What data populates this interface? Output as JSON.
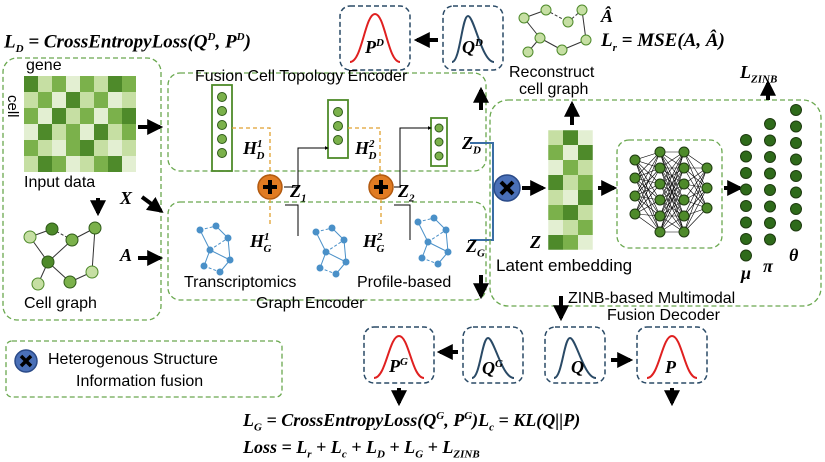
{
  "texts": {
    "ld_formula": "L_D = CrossEntropyLoss(Q^D, P^D)",
    "ld_prefix": "L",
    "ld_prefix_sub": "D",
    "ld_mid": " = CrossEntropyLoss(Q",
    "ld_q_sup": "D",
    "ld_comma": ", P",
    "ld_p_sup": "D",
    "ld_close": ")",
    "gene": "gene",
    "cell": "cell",
    "input_data": "Input data",
    "cell_graph": "Cell graph",
    "x": "X",
    "a": "A",
    "fusion_encoder": "Fusion Cell Topology Encoder",
    "hd": "H",
    "hd1_sup": "1",
    "hd_sub": "D",
    "hd2_sup": "2",
    "z1": "Z",
    "z1_sub": "1",
    "z2": "Z",
    "z2_sub": "2",
    "zd": "Z",
    "zd_sub": "D",
    "zg": "Z",
    "zg_sub": "G",
    "hg": "H",
    "hg1_sup": "1",
    "hg_sub": "G",
    "hg2_sup": "2",
    "transcriptomics": "Transcriptomics",
    "profile_based": "Profile-based",
    "graph_encoder": "Graph Encoder",
    "pd": "P",
    "pd_sup": "D",
    "qd": "Q",
    "qd_sup": "D",
    "a_hat": "Â",
    "lr": "L",
    "lr_sub": "r",
    "lr_rest": " = MSE(A, Â)",
    "reconstruct_1": "Reconstruct",
    "reconstruct_2": "cell graph",
    "lzinb": "L",
    "lzinb_sub": "ZINB",
    "z_big": "Z",
    "latent_embedding": "Latent embedding",
    "mu": "μ",
    "pi": "π",
    "theta": "θ",
    "zinb_decoder_1": "ZINB-based Multimodal",
    "zinb_decoder_2": "Fusion Decoder",
    "hetero_1": "Heterogenous Structure",
    "hetero_2": "Information fusion",
    "pg": "P",
    "pg_sup": "G",
    "qg": "Q",
    "qg_sup": "G",
    "q": "Q",
    "p": "P",
    "lg": "L",
    "lg_sub": "G",
    "lg_rest": " = CrossEntropyLoss(Q",
    "lg_q_sup": "G",
    "lg_comma": ", P",
    "lg_p_sup": "G",
    "lg_close": ")",
    "lc": "L",
    "lc_sub": "c",
    "lc_rest": " = KL(Q||P)",
    "loss_line": "Loss = L",
    "loss_r": "r",
    "loss_plus1": " + L",
    "loss_c": "c",
    "loss_plus2": " + L",
    "loss_d": "D",
    "loss_plus3": " + L",
    "loss_g": "G",
    "loss_plus4": " + L",
    "loss_zinb": "ZINB"
  },
  "colors": {
    "green_dark": "#4e8a2a",
    "green_mid": "#7bb14b",
    "green_light": "#c6dfa3",
    "green_pale": "#e3efd2",
    "dash_green": "#6aa84f",
    "dash_blue": "#4a6b8a",
    "orange": "#e07b22",
    "blue_node": "#4a90c8",
    "red_curve": "#e02020",
    "dark_curve": "#2a4a66"
  },
  "icons": [
    "plus-circle-icon",
    "cross-circle-icon",
    "arrow-icon",
    "neural-network-icon",
    "distribution-curve-icon"
  ]
}
